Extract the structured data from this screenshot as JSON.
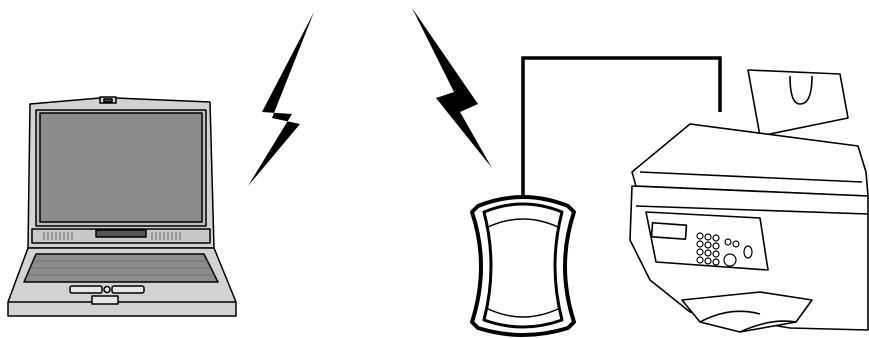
{
  "diagram": {
    "nodes": [
      {
        "id": "laptop",
        "icon": "laptop-icon"
      },
      {
        "id": "access-point",
        "icon": "wireless-adapter-icon"
      },
      {
        "id": "printer",
        "icon": "multifunction-printer-icon"
      }
    ],
    "links": [
      {
        "from": "laptop",
        "to": "access-point",
        "type": "wireless",
        "icon": "lightning-bolt-icon"
      },
      {
        "from": "access-point",
        "to": "printer",
        "type": "wired",
        "icon": "cable-icon"
      }
    ],
    "colors": {
      "stroke": "#000000",
      "screen": "#8c8c8c",
      "laptop_body": "#d2d2d2",
      "laptop_dark": "#555555",
      "background": "#ffffff"
    }
  }
}
